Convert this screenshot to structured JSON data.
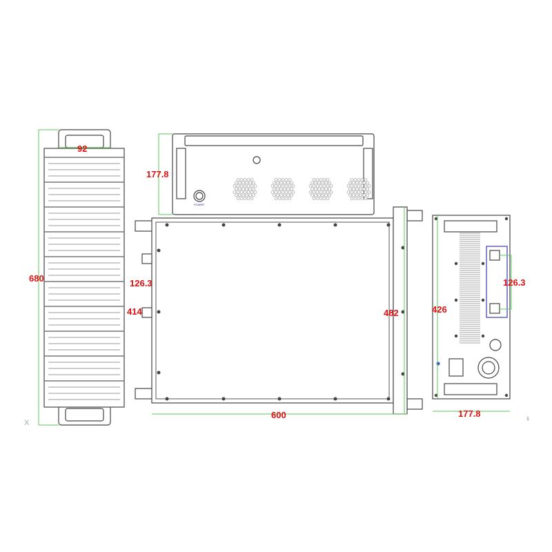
{
  "side_view": {
    "width_label": "92",
    "length_label": "680"
  },
  "front_view": {
    "height_label": "177.8",
    "brand_label": "",
    "power_label": "POWER"
  },
  "top_view": {
    "length_label": "600",
    "width_label": "482",
    "port_spacing_label": "126.3",
    "port_offset_label": "414"
  },
  "rear_view": {
    "depth_label": "426",
    "port_spacing_label": "126.3",
    "height_label": "177.8"
  },
  "marks": {
    "corner_mark": "X",
    "page_mark": "1"
  },
  "colors": {
    "dimension_text": "#e01010",
    "dimension_line": "#5ac85a",
    "panel_label": "#2a2aa0"
  }
}
